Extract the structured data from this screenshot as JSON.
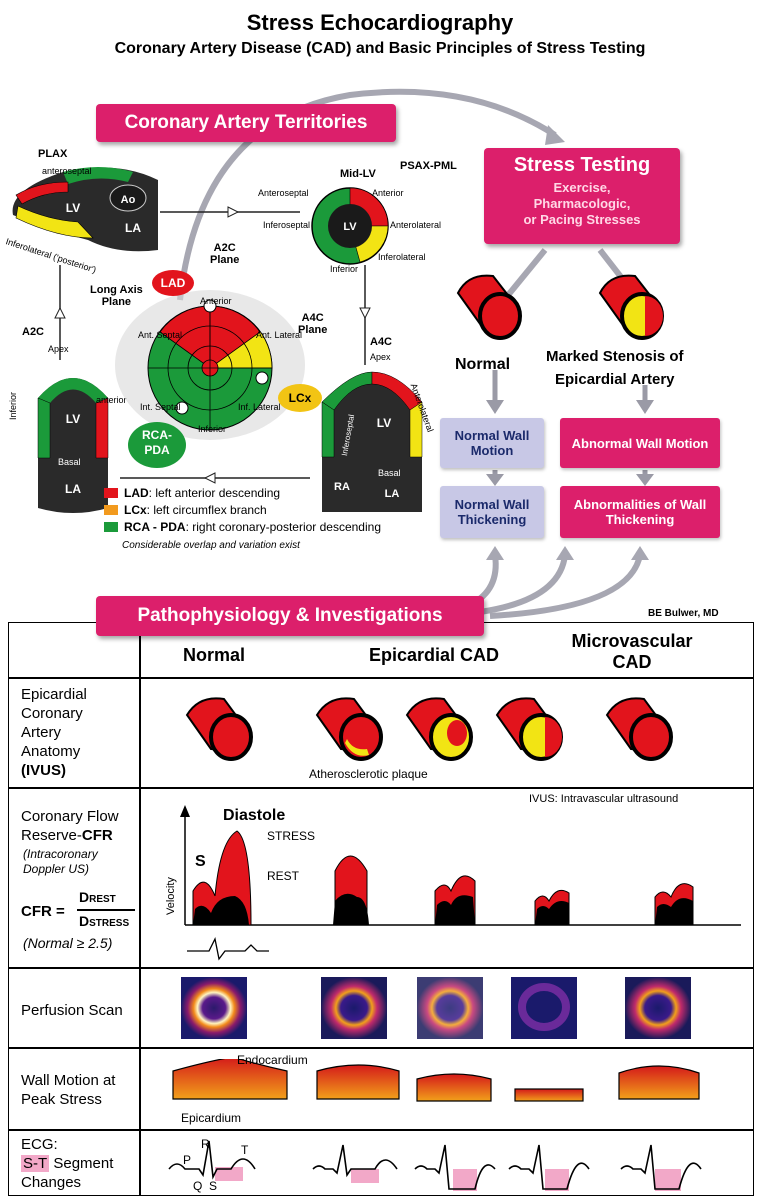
{
  "title": "Stress Echocardiography",
  "subtitle": "Coronary Artery Disease (CAD) and Basic Principles of Stress Testing",
  "territories": {
    "heading": "Coronary Artery Territories",
    "plax": "PLAX",
    "plax_anteroseptal": "anteroseptal",
    "plax_inferolateral": "Inferolateral ('posterior')",
    "ao": "Ao",
    "lv": "LV",
    "la": "LA",
    "midlv": "Mid-LV",
    "psax": "PSAX-PML",
    "psax_labels": [
      "Anteroseptal",
      "Anterior",
      "Anterolateral",
      "Inferoseptal",
      "Inferolateral",
      "Inferior"
    ],
    "a2c": "A2C",
    "a2c_labels": [
      "Apex",
      "Inferior",
      "anterior",
      "Basal"
    ],
    "a2c_plane": "A2C\nPlane",
    "long_axis_plane": "Long Axis\nPlane",
    "a4c_plane": "A4C\nPlane",
    "a4c": "A4C",
    "a4c_labels": [
      "Apex",
      "Anterolateral",
      "Inferoseptal",
      "Basal",
      "RA"
    ],
    "bullseye_labels": [
      "Anterior",
      "Ant. Septal",
      "Ant. Lateral",
      "Int. Septal",
      "Inf. Lateral",
      "Inferior"
    ],
    "lad": "LAD",
    "lcx": "LCx",
    "rca": "RCA-\nPDA",
    "legend": [
      {
        "abbr": "LAD",
        "text": ": left anterior descending",
        "color": "#e2141c"
      },
      {
        "abbr": "LCx",
        "text": ": left circumflex branch",
        "color": "#f29a1e"
      },
      {
        "abbr": "RCA - PDA",
        "text": ": right coronary-posterior descending",
        "color": "#1b9a3a"
      }
    ],
    "note": "Considerable overlap and variation exist"
  },
  "stress": {
    "heading": "Stress Testing",
    "sub": "Exercise,\nPharmacologic,\nor Pacing Stresses",
    "normal": "Normal",
    "stenosis": "Marked Stenosis of\nEpicardial Artery",
    "normal_boxes": [
      "Normal Wall Motion",
      "Normal Wall Thickening"
    ],
    "abnormal_boxes": [
      "Abnormal Wall Motion",
      "Abnormalities of Wall Thickening"
    ]
  },
  "patho": {
    "heading": "Pathophysiology & Investigations",
    "credit": "BE Bulwer, MD",
    "columns": [
      "Normal",
      "Epicardial CAD",
      "Microvascular\nCAD"
    ],
    "rows": {
      "ivus_label": "Epicardial\nCoronary\nArtery\nAnatomy",
      "ivus_bold": "(IVUS)",
      "plaque": "Atherosclerotic plaque",
      "ivus_note": "IVUS: Intravascular ultrasound",
      "cfr_label": "Coronary Flow\nReserve-",
      "cfr_bold": "CFR",
      "cfr_sub": "(Intracoronary\nDoppler US)",
      "cfr_eq": "CFR =",
      "d_rest": "D",
      "rest_sub": "REST",
      "stress_sub": "STRESS",
      "cfr_normal": "(Normal ≥ 2.5)",
      "diastole": "Diastole",
      "s": "S",
      "stress": "STRESS",
      "rest": "REST",
      "velocity": "Velocity",
      "perfusion": "Perfusion Scan",
      "wall_label": "Wall Motion at\nPeak Stress",
      "endocardium": "Endocardium",
      "epicardium": "Epicardium",
      "ecg_label": "ECG:",
      "st": "S-T",
      "segment": "Segment",
      "changes": "Changes",
      "ecg_letters": [
        "P",
        "R",
        "T",
        "Q",
        "S"
      ]
    }
  },
  "colors": {
    "pink": "#dc1f6b",
    "red": "#e2141c",
    "orange": "#f29a1e",
    "green": "#1b9a3a",
    "yellow": "#f2e414",
    "lavender": "#c8c8e6"
  }
}
